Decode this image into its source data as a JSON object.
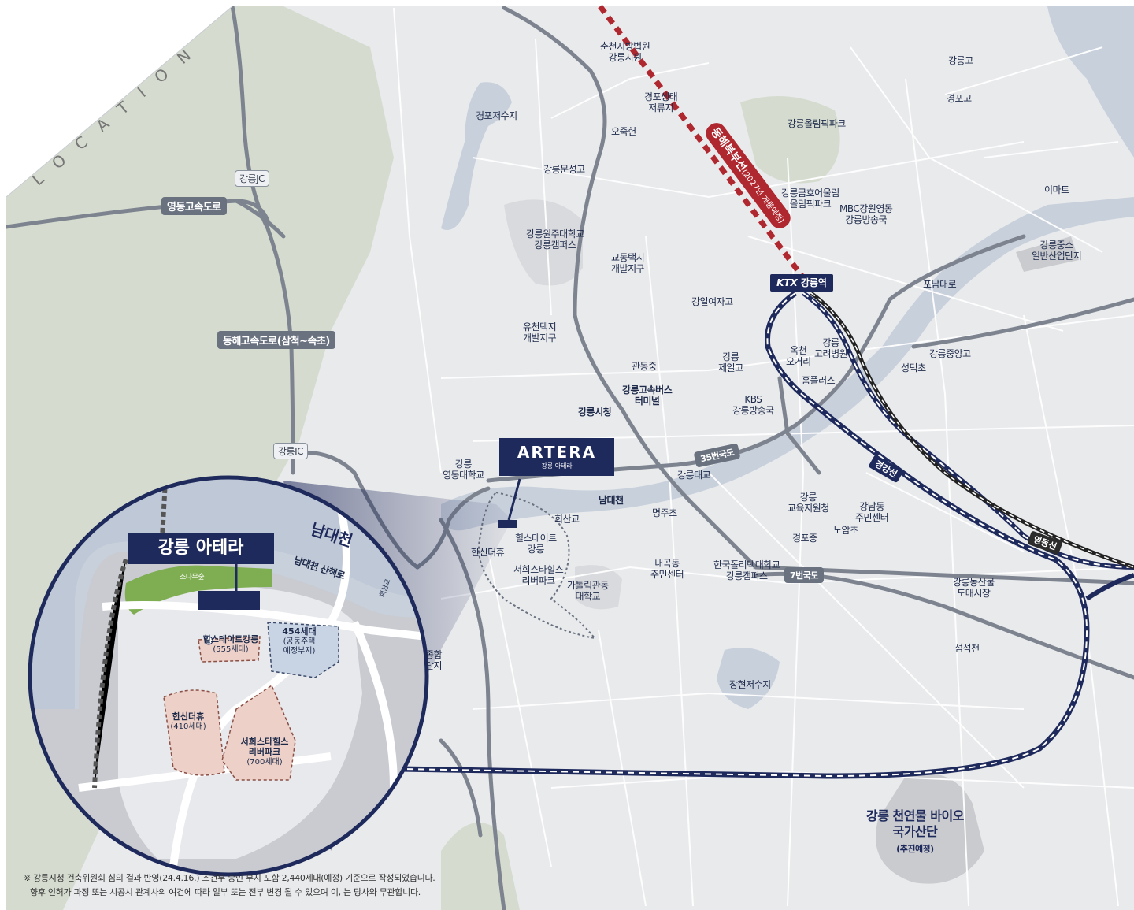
{
  "corner_title": "LOCATION",
  "brand": {
    "name": "ARTERA",
    "sub": "강릉 아테라"
  },
  "circle": {
    "title": "강릉 아테라",
    "river": "남대천",
    "trail": "남대천 산책로",
    "forest": "소나무숲",
    "bridge": "회산교",
    "lot1_name": "힐스테이트강릉",
    "lot1_units": "(555세대)",
    "lot2_name": "454세대",
    "lot2_sub1": "(공동주택",
    "lot2_sub2": "예정부지)",
    "lot3_name": "한신더휴",
    "lot3_units": "(410세대)",
    "lot4_name1": "서희스타힐스",
    "lot4_name2": "리버파크",
    "lot4_units": "(700세대)"
  },
  "roads": {
    "yeongdong": "영동고속도로",
    "donghae": "동해고속도로(삼척~속초)",
    "jc": "강릉JC",
    "ic": "강릉IC",
    "route35": "35번국도",
    "route7": "7번국도"
  },
  "rail": {
    "donghae_bukbu": "동해북부선",
    "donghae_bukbu_note": "(2027년 개통예정)",
    "ktx": "KTX",
    "station": "강릉역",
    "gyeonggang": "경강선",
    "yeongdong_line": "영동선"
  },
  "places": [
    {
      "t": "춘천지방법원\n강릉지원"
    },
    {
      "t": "경포생태\n저류지"
    },
    {
      "t": "오죽헌"
    },
    {
      "t": "경포저수지"
    },
    {
      "t": "강릉문성고"
    },
    {
      "t": "강릉원주대학교\n강릉캠퍼스"
    },
    {
      "t": "교동택지\n개발지구"
    },
    {
      "t": "유천택지\n개발지구"
    },
    {
      "t": "강일여자고"
    },
    {
      "t": "관동중"
    },
    {
      "t": "강릉고속버스\n터미널"
    },
    {
      "t": "강릉시청"
    },
    {
      "t": "강릉\n제일고"
    },
    {
      "t": "KBS\n강릉방송국"
    },
    {
      "t": "옥천\n오거리"
    },
    {
      "t": "강릉\n고려병원"
    },
    {
      "t": "홈플러스"
    },
    {
      "t": "강릉올림픽파크"
    },
    {
      "t": "강릉금호어울림\n올림픽파크"
    },
    {
      "t": "MBC강원영동\n강릉방송국"
    },
    {
      "t": "강릉고"
    },
    {
      "t": "경포고"
    },
    {
      "t": "이마트"
    },
    {
      "t": "강릉중소\n일반산업단지"
    },
    {
      "t": "포남대로"
    },
    {
      "t": "강릉중앙고"
    },
    {
      "t": "성덕초"
    },
    {
      "t": "강릉\n영동대학교"
    },
    {
      "t": "강릉대교"
    },
    {
      "t": "남대천"
    },
    {
      "t": "회산교"
    },
    {
      "t": "명주초"
    },
    {
      "t": "강릉\n교육지원청"
    },
    {
      "t": "강남동\n주민센터"
    },
    {
      "t": "노암초"
    },
    {
      "t": "경포중"
    },
    {
      "t": "힐스테이트\n강릉"
    },
    {
      "t": "한신더휴"
    },
    {
      "t": "서희스타힐스\n리버파크"
    },
    {
      "t": "가톨릭관동\n대학교"
    },
    {
      "t": "내곡동\n주민센터"
    },
    {
      "t": "한국폴리텍대학교\n강릉캠퍼스"
    },
    {
      "t": "강릉농산물\n도매시장"
    },
    {
      "t": "섬석천"
    },
    {
      "t": "장현저수지"
    },
    {
      "t": "종합\n단지"
    }
  ],
  "bio": {
    "name1": "강릉 천연물 바이오",
    "name2": "국가산단",
    "sub": "(추진예정)"
  },
  "notes": [
    "※ 강릉시청 건축위원회 심의 결과 반영(24.4.16.) 조건부 승인 부지 포함 2,440세대(예정) 기준으로 작성되었습니다.",
    "향후 인허가 과정 또는 시공시 관계사의 여건에 따라 일부 또는 전부 변경 될 수 있으며 이, 는 당사와 무관합니다."
  ],
  "colors": {
    "navy": "#1f2a5c",
    "rail_red": "#b0282f",
    "water": "#c8d0dc",
    "land": "#e9eaec",
    "green": "#d5dccf",
    "road": "#7d848f"
  }
}
